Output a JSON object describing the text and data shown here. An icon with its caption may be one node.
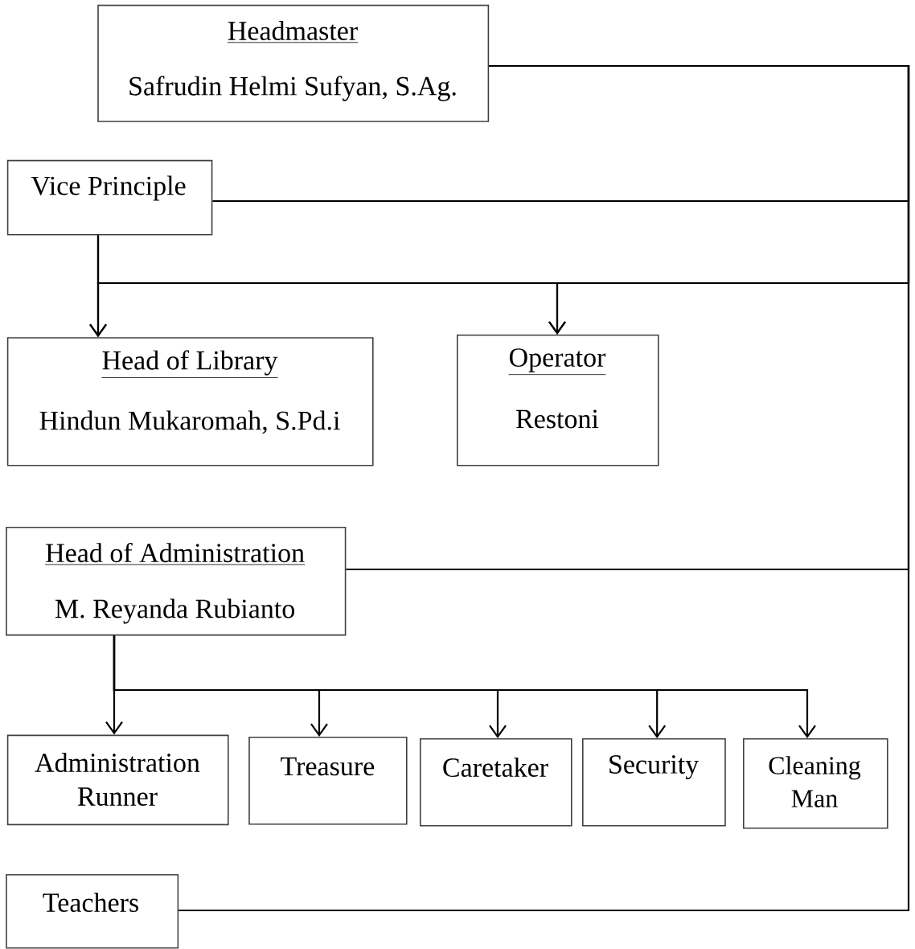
{
  "diagram": {
    "nodes": [
      {
        "text": [
          "Headmaster",
          "Safrudin Helmi Sufyan, S.Ag."
        ]
      },
      {
        "text": [
          "Vice Principle"
        ]
      },
      {
        "text": [
          "Head of Library",
          "Hindun Mukaromah, S.Pd.i"
        ]
      },
      {
        "text": [
          "Operator",
          "Restoni"
        ]
      },
      {
        "text": [
          "Head of Administration",
          "M. Reyanda Rubianto"
        ]
      },
      {
        "text": [
          "Administration Runner"
        ]
      },
      {
        "text": [
          "Treasure"
        ]
      },
      {
        "text": [
          "Caretaker"
        ]
      },
      {
        "text": [
          "Security"
        ]
      },
      {
        "text": [
          "Cleaning Man"
        ]
      },
      {
        "text": [
          "Teachers"
        ]
      }
    ],
    "edges": [
      {
        "from": 0,
        "to": 1,
        "arrow": "none"
      },
      {
        "from": 0,
        "to": 2,
        "arrow": "to"
      },
      {
        "from": 0,
        "to": 3,
        "arrow": "to"
      },
      {
        "from": 1,
        "to": 2,
        "arrow": "to"
      },
      {
        "from": 1,
        "to": 3,
        "arrow": "to"
      },
      {
        "from": 0,
        "to": 4,
        "arrow": "none"
      },
      {
        "from": 0,
        "to": 10,
        "arrow": "none"
      },
      {
        "from": 4,
        "to": 5,
        "arrow": "to"
      },
      {
        "from": 4,
        "to": 6,
        "arrow": "to"
      },
      {
        "from": 4,
        "to": 7,
        "arrow": "to"
      },
      {
        "from": 4,
        "to": 8,
        "arrow": "to"
      },
      {
        "from": 4,
        "to": 9,
        "arrow": "to"
      }
    ]
  }
}
